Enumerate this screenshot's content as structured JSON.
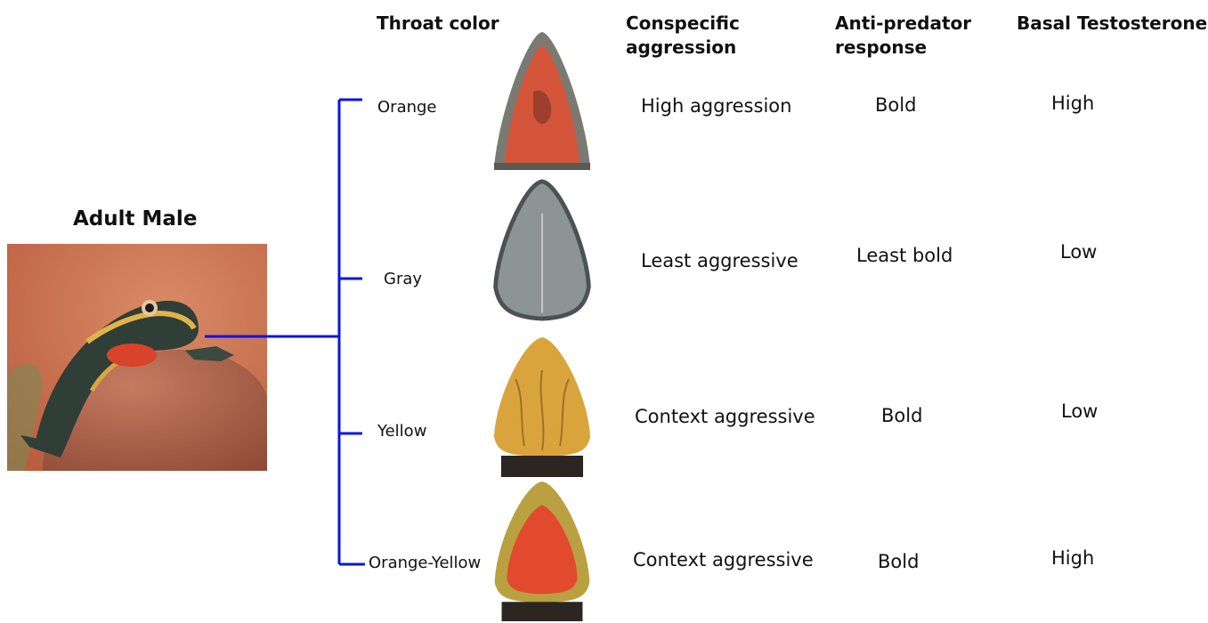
{
  "adult_title": "Adult Male",
  "headers": {
    "throat_color": "Throat color",
    "conspecific_aggression": "Conspecific aggression",
    "anti_predator_response": "Anti-predator response",
    "basal_testosterone": "Basal Testosterone"
  },
  "morphs": [
    {
      "color": "Orange",
      "aggression": "High aggression",
      "anti_predator": "Bold",
      "testosterone": "High"
    },
    {
      "color": "Gray",
      "aggression": "Least aggressive",
      "anti_predator": "Least bold",
      "testosterone": "Low"
    },
    {
      "color": "Yellow",
      "aggression": "Context aggressive",
      "anti_predator": "Bold",
      "testosterone": "Low"
    },
    {
      "color": "Orange-Yellow",
      "aggression": "Context aggressive",
      "anti_predator": "Bold",
      "testosterone": "High"
    }
  ],
  "colors": {
    "connector": "#0a14e6",
    "orange_throat": "#d4553a",
    "gray_throat": "#8d9496",
    "yellow_throat": "#d9a43c",
    "orange_yellow_throat": "#e24a2e"
  }
}
